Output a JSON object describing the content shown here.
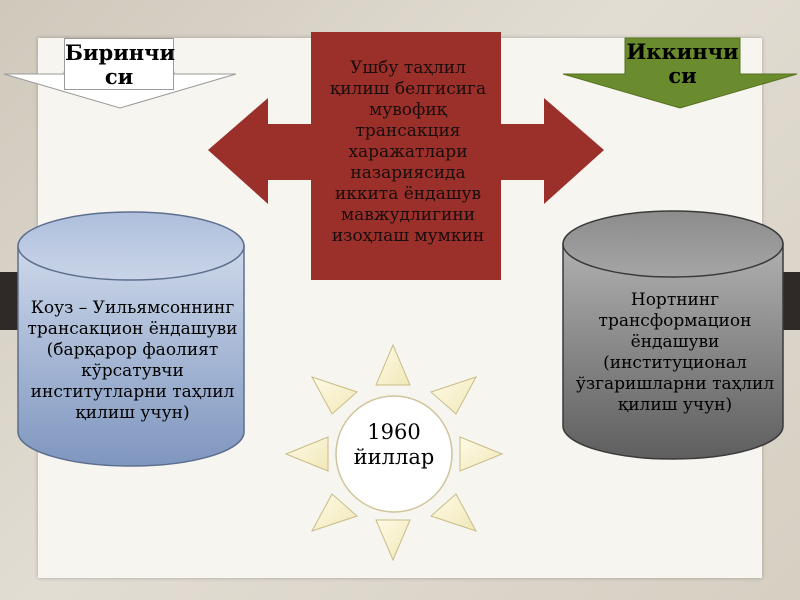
{
  "labels": {
    "first": "Биринчи си",
    "second": "Иккинчи си"
  },
  "center_box": {
    "text": "Ушбу таҳлил қилиш белгисига мувофиқ трансакция харажатлари назариясида иккита ёндашув мавжудлигини изоҳлаш мумкин"
  },
  "left_cylinder": {
    "text": "Коуз – Уильямсоннинг трансакцион ёндашуви (барқарор фаолият кўрсатувчи институтларни таҳлил қилиш учун)"
  },
  "right_cylinder": {
    "text": "Нортнинг трансформацион ёндашуви (институционал ўзгаришларни таҳлил қилиш учун)"
  },
  "sun": {
    "text": "1960 йиллар"
  },
  "colors": {
    "arrow_red": "#9b2f2a",
    "arrow_green": "#6b8c2e",
    "cylinder_blue": "#9fb2d3",
    "cylinder_gray": "#8a8a8a"
  }
}
